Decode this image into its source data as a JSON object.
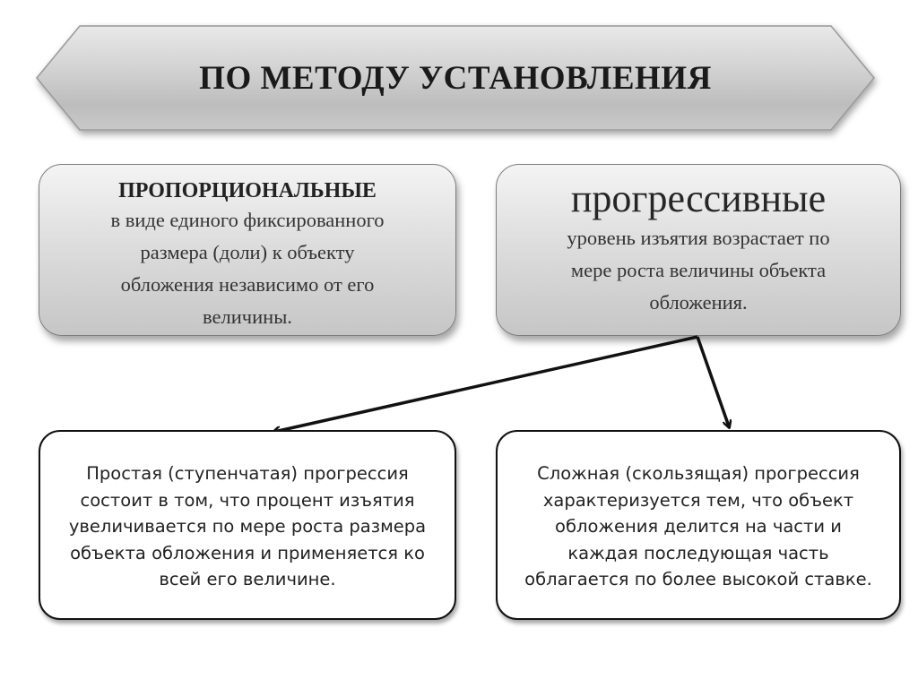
{
  "banner": {
    "title": "ПО МЕТОДУ УСТАНОВЛЕНИЯ"
  },
  "proportional": {
    "title": "ПРОПОРЦИОНАЛЬНЫЕ",
    "lines": [
      "в виде единого фиксированного",
      "размера (доли) к объекту",
      "обложения независимо от его",
      "величины."
    ]
  },
  "progressive": {
    "title": "прогрессивные",
    "lines": [
      "уровень изъятия возрастает по",
      "мере роста величины объекта",
      "обложения."
    ]
  },
  "simple_progression": {
    "lines": [
      "Простая (ступенчатая) прогрессия",
      "состоит в том, что  процент изъятия",
      "увеличивается по мере роста размера",
      "объекта обложения и применяется ко",
      "всей его величине."
    ]
  },
  "complex_progression": {
    "lines": [
      "Сложная (скользящая) прогрессия",
      "характеризуется тем, что объект",
      "обложения делится на части и",
      "каждая последующая часть",
      "облагается по более высокой ставке."
    ]
  },
  "colors": {
    "card_gradient_top": "#f4f4f4",
    "card_gradient_bottom": "#c6c6c6",
    "outline": "#111111",
    "background": "#ffffff"
  }
}
